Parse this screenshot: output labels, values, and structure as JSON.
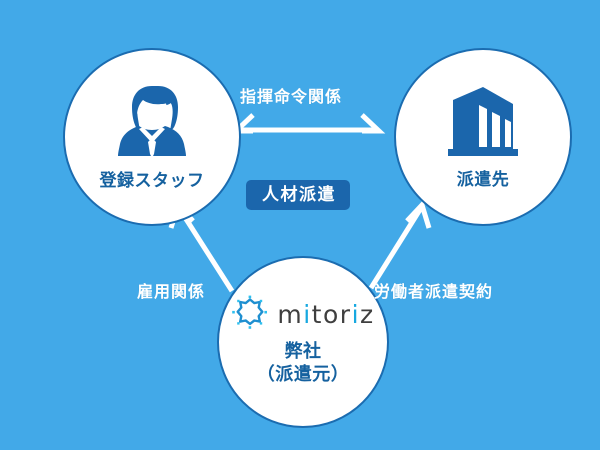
{
  "diagram": {
    "title": "人材派遣 relationship diagram",
    "background_color": "#42a9e8",
    "accent_color": "#1b66ac",
    "circle_fill": "#ffffff",
    "circle_border": "#1b6cb0",
    "label_color": "#ffffff"
  },
  "nodes": {
    "staff": {
      "label": "登録スタッフ",
      "icon": "business-woman-icon"
    },
    "client": {
      "label": "派遣先",
      "icon": "office-building-icon"
    },
    "company": {
      "logo_icon": "mitoriz-starburst-icon",
      "logo_text_parts": [
        "m",
        "i",
        "t",
        "o",
        "r",
        "i",
        "z"
      ],
      "logo_text": "mitoriz",
      "name_line1": "弊社",
      "name_line2": "（派遣元）"
    }
  },
  "edges": {
    "command": {
      "label": "指揮命令関係",
      "type": "double-headed-horizontal-arrow",
      "from": "staff",
      "to": "client"
    },
    "employment": {
      "label": "雇用関係",
      "type": "single-arrow-up-left",
      "from": "company",
      "to": "staff"
    },
    "dispatch_contract": {
      "label": "労働者派遣契約",
      "type": "single-arrow-up-right",
      "from": "company",
      "to": "client"
    }
  },
  "badge": {
    "label": "人材派遣",
    "background_color": "#1b66ac",
    "text_color": "#ffffff"
  }
}
